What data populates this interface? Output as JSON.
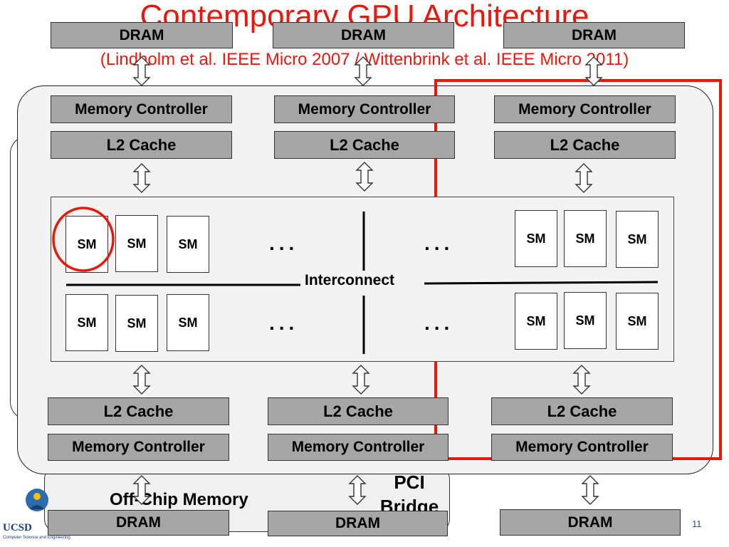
{
  "title": "Contemporary GPU Architecture",
  "subtitle": "(Lindholm et al. IEEE Micro 2007 / Wittenbrink et al. IEEE Micro 2011)",
  "dram_label": "DRAM",
  "memory_controller_label": "Memory Controller",
  "l2_cache_label": "L2 Cache",
  "sm_label": "SM",
  "ellipsis": "...",
  "interconnect_label": "Interconnect",
  "off_chip_memory_label": "Off-Chip Memory",
  "pci_bridge_label": "PCI Bridge",
  "logo_text": "UCSD",
  "logo_subtext": "Computer Science and Engineering",
  "page_number": "11",
  "colors": {
    "title_red": "#e8180c",
    "box_gray": "#a6a6a6",
    "chip_fill": "#f3f3f3"
  }
}
